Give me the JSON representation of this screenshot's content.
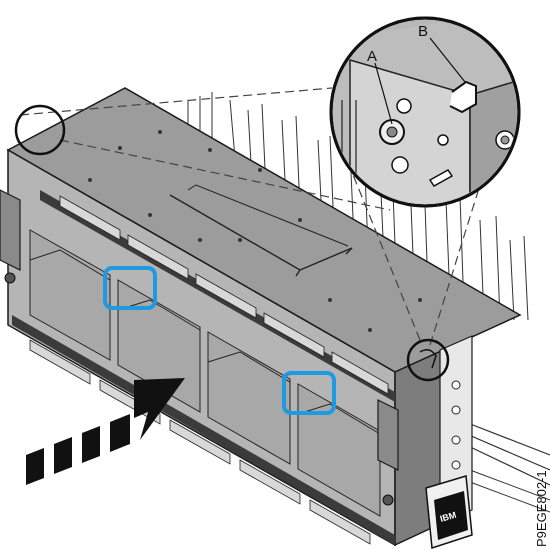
{
  "figure": {
    "id": "P9EGE802-1",
    "callouts": [
      {
        "label": "A"
      },
      {
        "label": "B"
      }
    ],
    "colors": {
      "highlight": "#1e9be0",
      "chassis_top": "#9a9a9a",
      "chassis_front": "#b4b4b4",
      "chassis_side": "#7c7c7c",
      "arrow": "#111111",
      "outline": "#1a1a1a"
    },
    "logo_text": "IBM"
  }
}
